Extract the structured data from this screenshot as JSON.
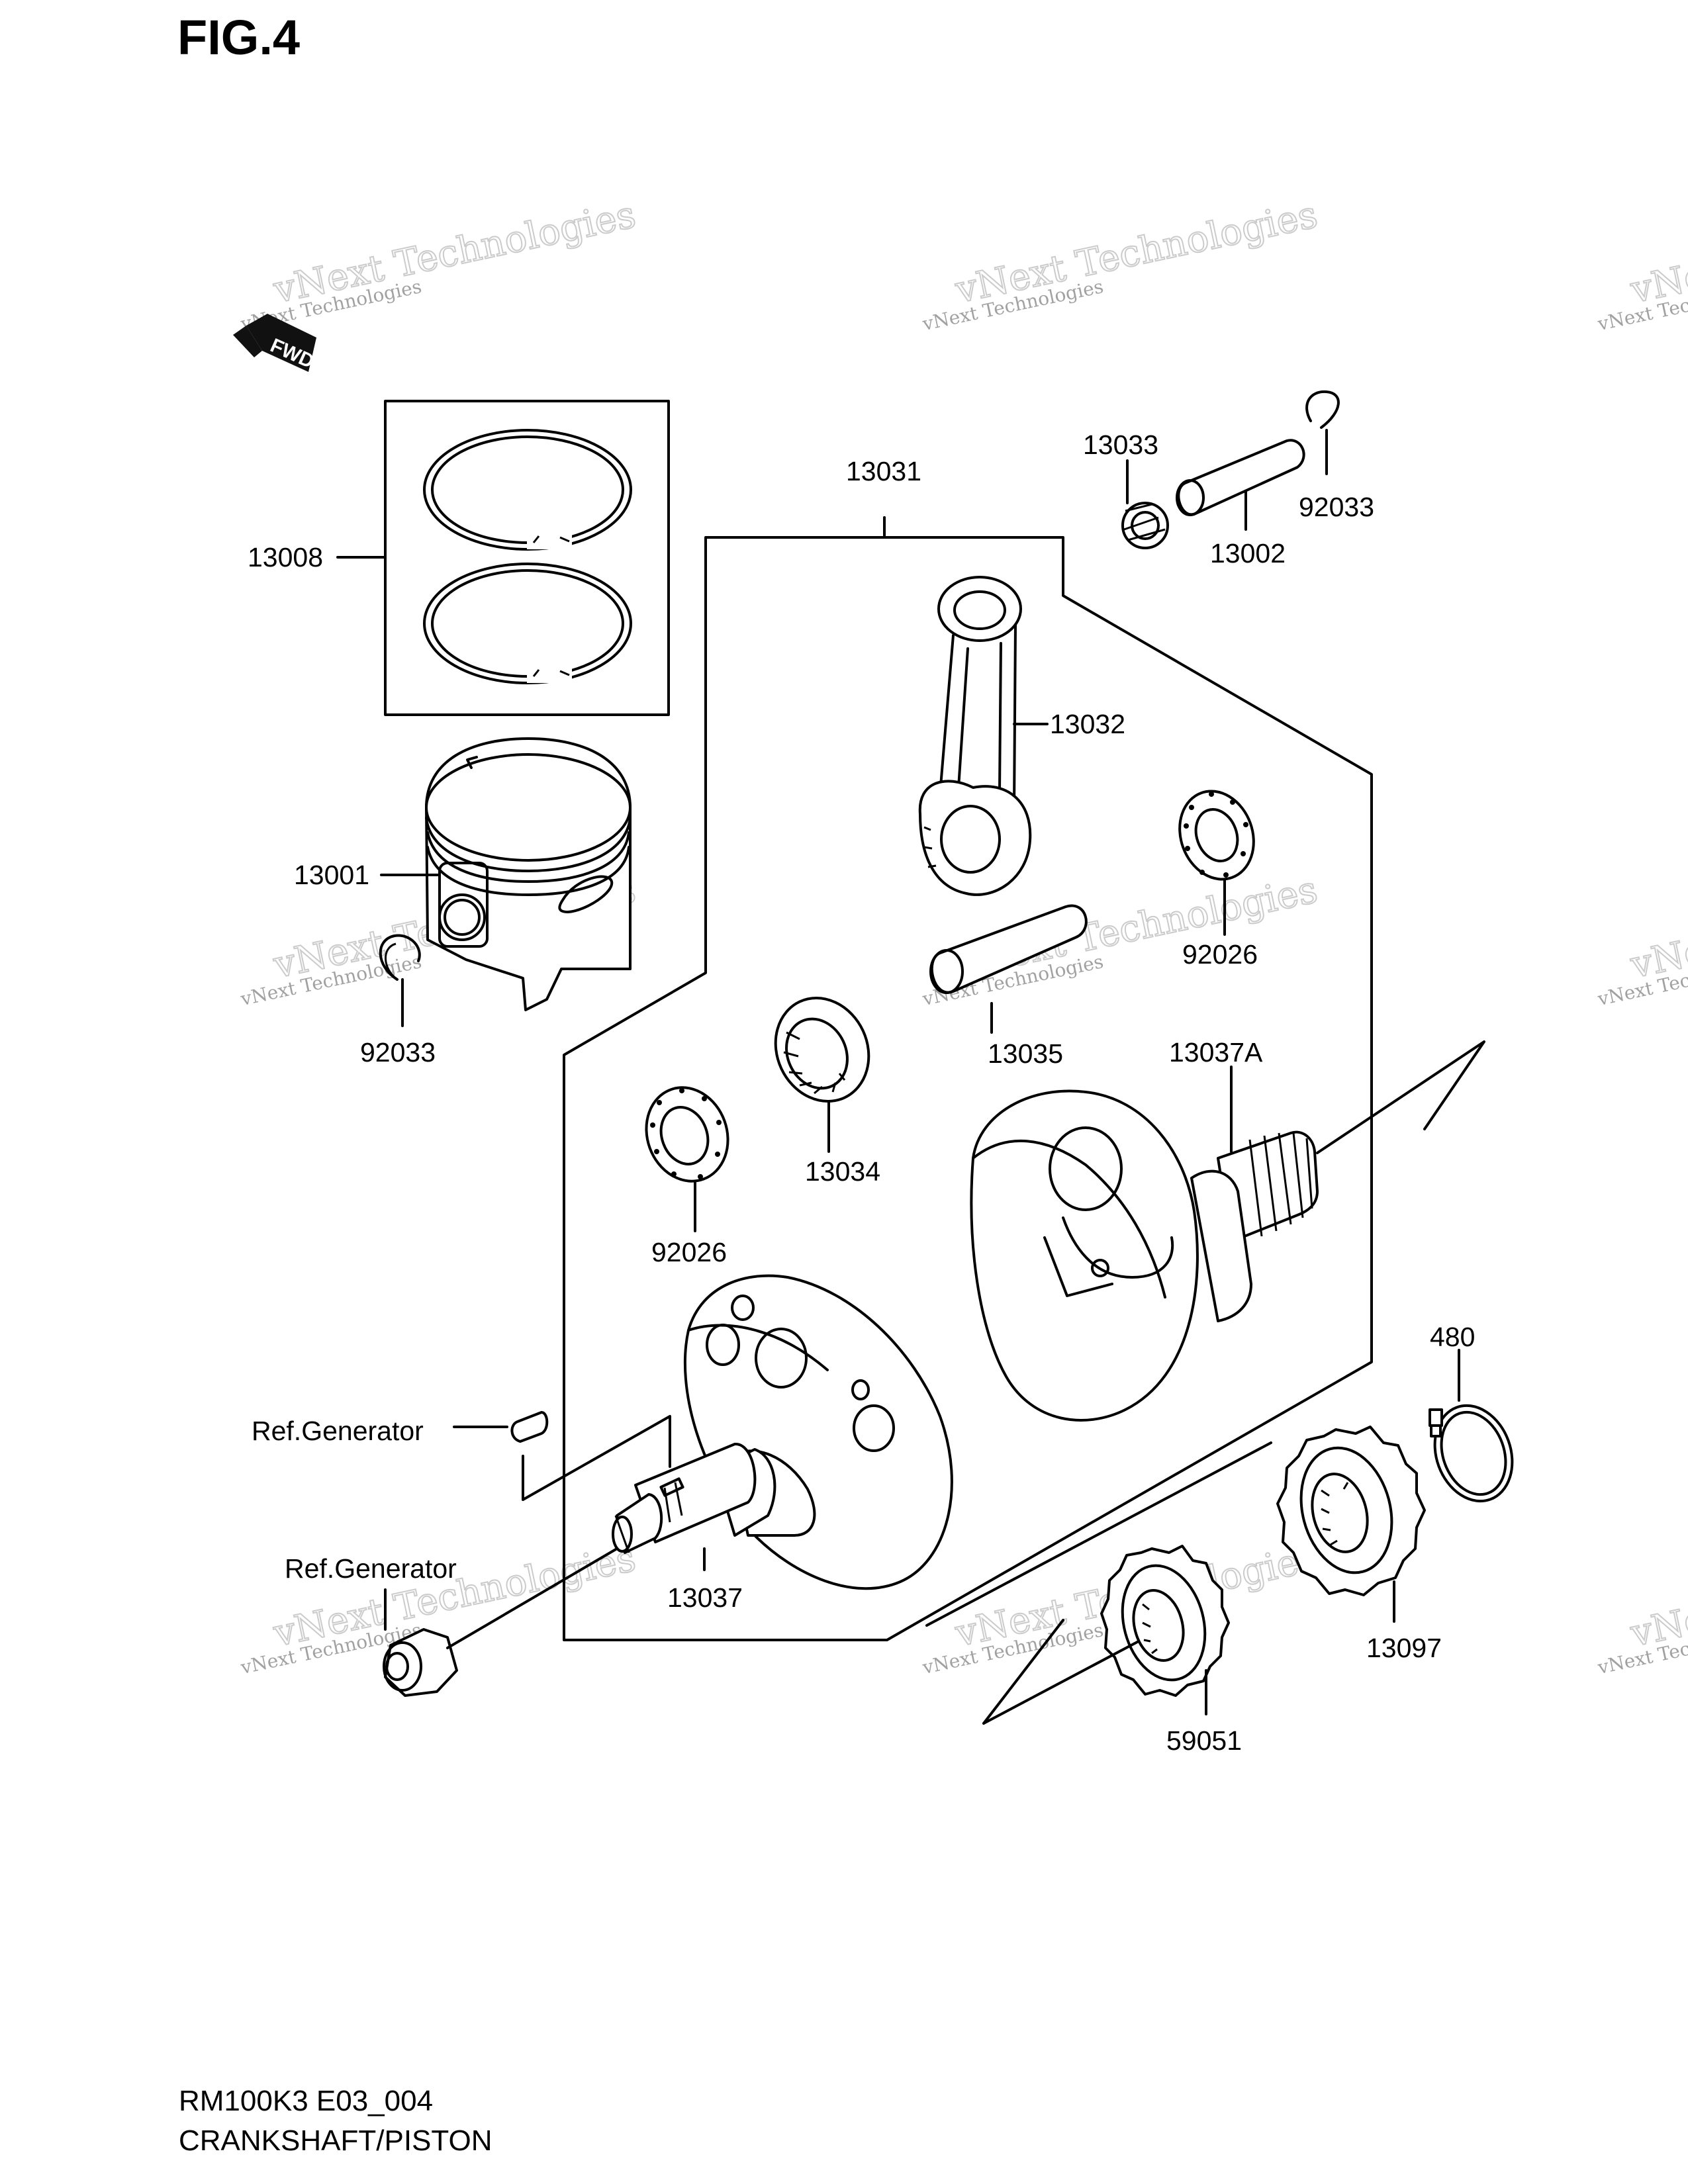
{
  "figure_title": "FIG.4",
  "model_code": "RM100K3 E03_004",
  "section_title": "CRANKSHAFT/PISTON",
  "fwd_marker": "FWD",
  "watermark": {
    "line1": "vNext Technologies",
    "line2": "vNext Technologies"
  },
  "callouts": {
    "c13008": "13008",
    "c13001": "13001",
    "c92033_left": "92033",
    "c13031": "13031",
    "c13033": "13033",
    "c13002": "13002",
    "c92033_right": "92033",
    "c13032": "13032",
    "c92026_right": "92026",
    "c13035": "13035",
    "c13034": "13034",
    "c92026_left": "92026",
    "c13037A": "13037A",
    "c480": "480",
    "ref_generator_key": "Ref.Generator",
    "ref_generator_nut": "Ref.Generator",
    "c13037": "13037",
    "c13097": "13097",
    "c59051": "59051"
  }
}
